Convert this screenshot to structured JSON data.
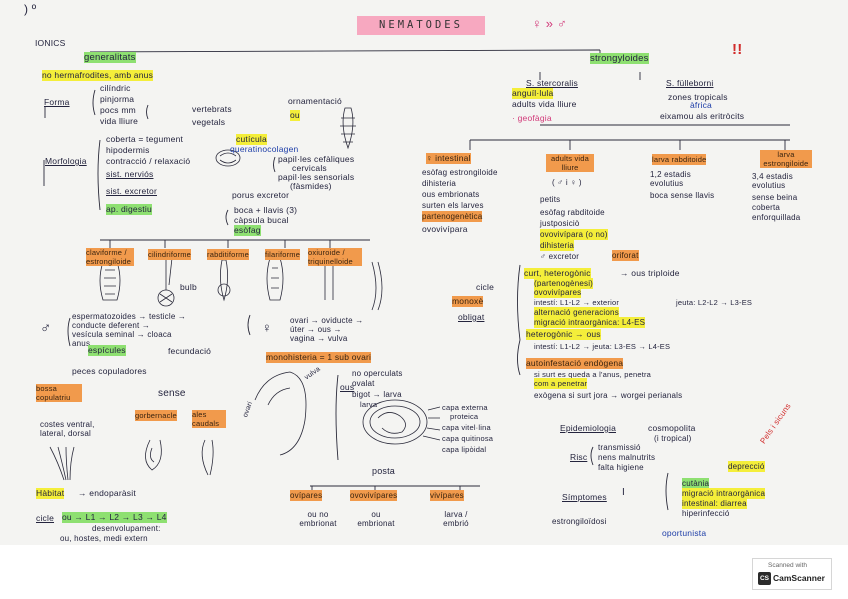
{
  "scanner": {
    "scanned_with": "Scanned with",
    "app": "CamScanner",
    "icon": "camscanner-logo-icon"
  },
  "title": "NEMATODES",
  "sex_ratio": "♀ » ♂",
  "corner": ") º",
  "ionics": "IONICS",
  "generalitats": {
    "heading": "generalitats",
    "hermafrodites": "no hermafrodites, amb anus",
    "forma_label": "Forma",
    "forma_items": [
      "cilíndric",
      "pinjorma",
      "pocs mm",
      "vida lliure"
    ],
    "vertebrats": "vertebrats",
    "vegetals": "vegetals",
    "ornamentacio": "ornamentació",
    "ou": "ou"
  },
  "morfologia": {
    "label": "Morfologia",
    "coberta": "coberta = tegument",
    "cuticula": "cutícula",
    "queratinocolagen": "queratinocolagen",
    "hipodermis": "hipodermis",
    "contraccio": "contracció / relaxació",
    "sist_nervios": "sist. nerviós",
    "papilles_cefaliques": "papil·les cefàliques",
    "cervicals": "cervicals",
    "papilles_sensorials": "papil·les sensorials",
    "fasmides": "(fàsmides)",
    "sist_excretor": "sist. excretor",
    "porus_excretor": "porus excretor",
    "ap_digestiu": "ap. digestiu",
    "boca": "boca + llavis (3)",
    "capsula": "càpsula bucal",
    "esofag": "esòfag"
  },
  "esofag_types": [
    "claviforme / estrongiloide",
    "cilindriforme",
    "rabditiforme",
    "filariforme",
    "oxiuroide / triquinelloide"
  ],
  "bulb": "bulb",
  "mascle": {
    "symbol": "♂",
    "lines": [
      "espermatozoides → testicle →",
      "conducte deferent →",
      "vesícula seminal → cloaca",
      "anus"
    ],
    "espicules": "espícules",
    "fecundacio": "fecundació",
    "peces_copuladores": "peces copuladores",
    "bossa": "bossa copulatriu",
    "sense": "sense",
    "bossa_items": "costes ventral, lateral, dorsal",
    "gorbernacle": "gorbernacle",
    "ales_caudals": "ales caudals"
  },
  "femella": {
    "symbol": "♀",
    "lines": [
      "ovari → oviducte →",
      "úter → ous →",
      "vagina → vulva"
    ],
    "monohisteria": "monohisteria = 1 sub ovari",
    "vulva": "vulva",
    "ovari": "ovari",
    "ous": "ous",
    "ous_items": [
      "no operculats",
      "ovalat",
      "bigot → larva",
      "larva"
    ],
    "capes": [
      "capa externa",
      "proteica",
      "capa vitel·lina",
      "capa quitinosa",
      "capa lipòidal"
    ],
    "posta": "posta",
    "posta_types": [
      "ovípares",
      "ovovivípares",
      "vivípares"
    ],
    "posta_results": [
      "ou no embrionat",
      "ou embrionat",
      "larva / embrió"
    ]
  },
  "habitat": {
    "label": "Hàbitat",
    "value": "→ endoparàsit"
  },
  "cicle_bottom": {
    "label": "cicle",
    "steps": "ou → L1 → L2 → L3 → L4",
    "desenvolupament": "desenvolupament:",
    "hosts": "ou, hostes, medi extern"
  },
  "strongyloides": {
    "heading": "strongyloides",
    "exclaim": "!!",
    "s_stercoralis": "S. stercoralis",
    "s_fulleborni": "S. fülleborni",
    "anguillula": "anguíl·lula",
    "adults_vida_lliure": "adults vida lliure",
    "geofagia": "· geofàgia",
    "zones_tropicals": "zones tropicals",
    "africa": "àfrica",
    "eixamou": "eixamou als eritròcits",
    "female_box": "♀ intestinal",
    "female_items": [
      "esòfag estrongiloide",
      "dihisteria",
      "ous embrionats",
      "surten els larves",
      "partenogenètica"
    ],
    "ovovivipara": "ovovivípara",
    "adults_box": "adults vida lliure",
    "adults_symbols": "( ♂ i ♀ )",
    "adults_items": [
      "petits",
      "esòfag rabditoide",
      "justposiciò",
      "ovovivípara (o no)",
      "dihisteria",
      "♂ excretor",
      "oriforat"
    ],
    "l12_box": "larva rabditoide",
    "l12_items": [
      "1,2 estadis evolutius",
      "boca sense llavis"
    ],
    "l34_box": "larva estrongiloide",
    "l34_items": [
      "3,4 estadis evolutius",
      "sense beina",
      "coberta",
      "enforquillada"
    ],
    "cicle": "cicle",
    "monoxe": "monoxè",
    "obligat": "obligat",
    "curt_heterogonic": "curt, heterogònic",
    "triploide": "→ ous triploide",
    "partenogenesi": "(partenogènesi)",
    "ovovivipares": "ovovivípares",
    "intestinal_l1": "intestí: L1-L2 → exterior",
    "exterior_l3": "jeuta: L2-L2 → L3-ES",
    "alternant": "alternació generacions",
    "migracio": "migració intraorgànica: L4-ES",
    "heterogonic": "heterogònic → ous",
    "intesti": "intestí: L1-L2 → jeuta: L3-ES → L4-ES",
    "autoinfestacio": "autoinfestació endògena",
    "si_surt": "si surt es queda a l'anus, penetra",
    "com_penetrar": "com a penetrar",
    "exogena": "exògena si surt jora → worgei perianals"
  },
  "epidemiologia": {
    "label": "Epidemiologia",
    "value": "cosmopolita",
    "note": "(i tropical)",
    "aside": "Pels i sicuns"
  },
  "risc": {
    "label": "Risc",
    "items": [
      "transmissió",
      "nens malnutrits",
      "falta higiene"
    ],
    "deprecio": "deprecció"
  },
  "simptomes": {
    "label": "Símptomes",
    "items": [
      "cutània",
      "migració intraorgànica",
      "intestinal: diarrea",
      "hiperinfecció"
    ],
    "estrongilo": "estrongiloïdosi",
    "oportunista": "oportunista"
  }
}
